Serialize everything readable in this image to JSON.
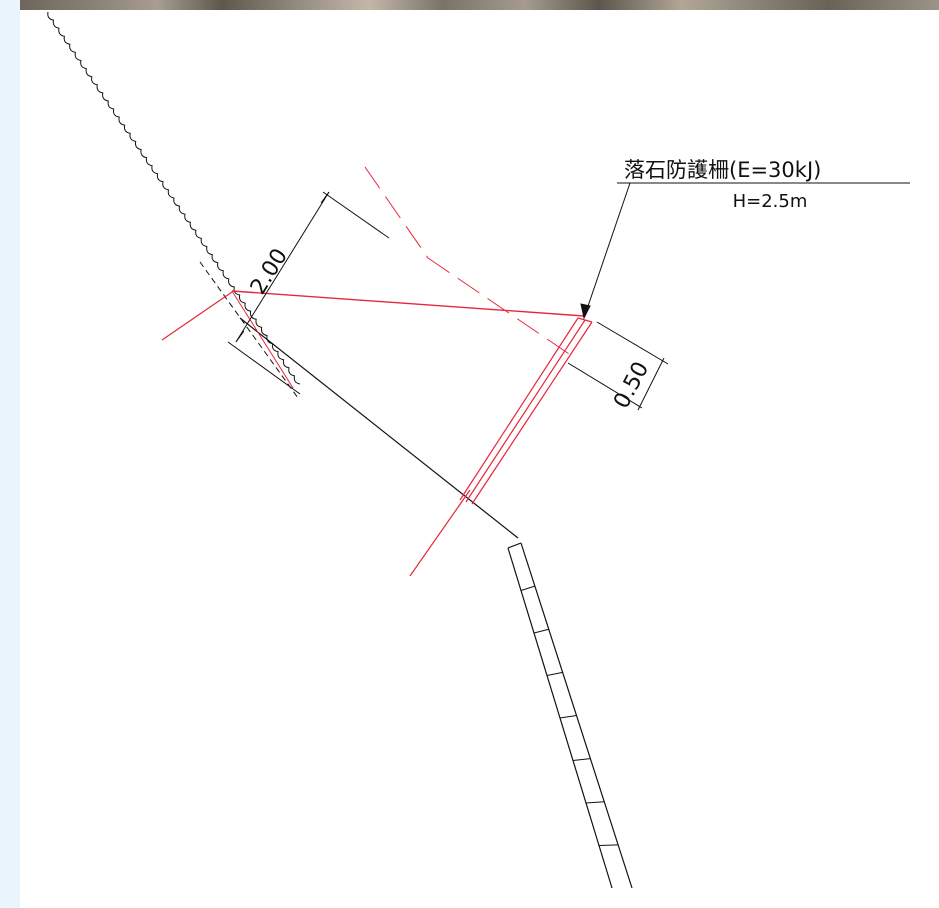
{
  "annotation": {
    "title": "落石防護柵(E=30kJ)",
    "subtitle": "H=2.5m"
  },
  "dimensions": {
    "offset": "2.00",
    "embed": "0.50"
  },
  "colors": {
    "red": "#e8263a",
    "black": "#111111",
    "background": "#eef6fd"
  }
}
